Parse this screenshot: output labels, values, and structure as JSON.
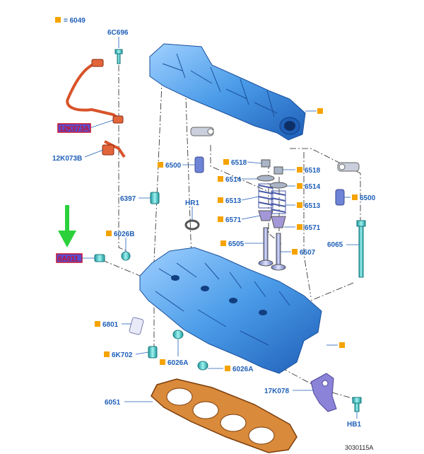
{
  "legend": {
    "marker_color": "#f5a300",
    "text": "= 6049"
  },
  "colors": {
    "label": "#1f5fb8",
    "highlight_label": "#c8102e",
    "part_blue": "#4a9be8",
    "part_cyan": "#3bc7c9",
    "gasket": "#d98a3a",
    "harness": "#d9532a",
    "arrow": "#2bd13b",
    "bracket": "#8a83d8"
  },
  "callouts": [
    {
      "id": "6C696",
      "text": "6C696"
    },
    {
      "id": "12K073A",
      "text": "12K073A",
      "highlighted": true
    },
    {
      "id": "12K073B",
      "text": "12K073B"
    },
    {
      "id": "6500L",
      "text": "6500"
    },
    {
      "id": "6518L",
      "text": "6518"
    },
    {
      "id": "6514L",
      "text": "6514"
    },
    {
      "id": "6513L",
      "text": "6513"
    },
    {
      "id": "6571L",
      "text": "6571"
    },
    {
      "id": "6505",
      "text": "6505"
    },
    {
      "id": "6518R",
      "text": "6518"
    },
    {
      "id": "6514R",
      "text": "6514"
    },
    {
      "id": "6513R",
      "text": "6513"
    },
    {
      "id": "6571R",
      "text": "6571"
    },
    {
      "id": "6507",
      "text": "6507"
    },
    {
      "id": "6500R",
      "text": "6500"
    },
    {
      "id": "6065",
      "text": "6065"
    },
    {
      "id": "6397",
      "text": "6397"
    },
    {
      "id": "HR1",
      "text": "HR1"
    },
    {
      "id": "6026B",
      "text": "6026B"
    },
    {
      "id": "6A011",
      "text": "6A011",
      "highlighted": true
    },
    {
      "id": "6801",
      "text": "6801"
    },
    {
      "id": "6K702",
      "text": "6K702"
    },
    {
      "id": "6026A1",
      "text": "6026A"
    },
    {
      "id": "6026A2",
      "text": "6026A"
    },
    {
      "id": "17K078",
      "text": "17K078"
    },
    {
      "id": "HB1",
      "text": "HB1"
    },
    {
      "id": "6051",
      "text": "6051"
    }
  ],
  "reference_code": "3030115A"
}
